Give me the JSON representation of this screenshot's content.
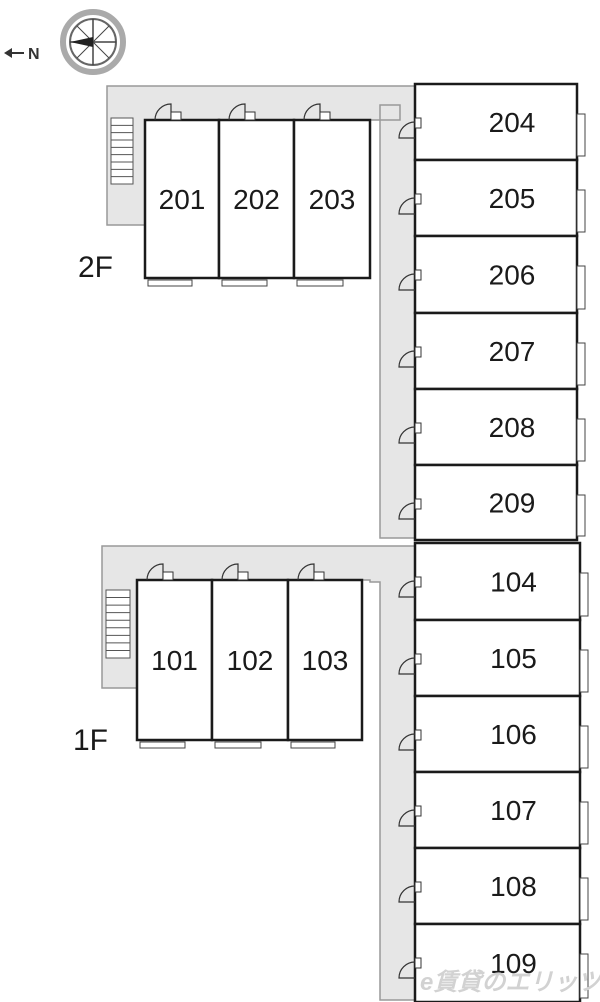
{
  "compass": {
    "label": "N"
  },
  "floors": [
    {
      "label": "2F",
      "left_rooms": [
        "201",
        "202",
        "203"
      ],
      "right_rooms": [
        "204",
        "205",
        "206",
        "207",
        "208",
        "209"
      ]
    },
    {
      "label": "1F",
      "left_rooms": [
        "101",
        "102",
        "103"
      ],
      "right_rooms": [
        "104",
        "105",
        "106",
        "107",
        "108",
        "109"
      ]
    }
  ],
  "watermark": "e賃貸のエリッツ",
  "colors": {
    "corridor": "#e6e6e6",
    "wall": "#1a1a1a",
    "outline": "#999999"
  }
}
